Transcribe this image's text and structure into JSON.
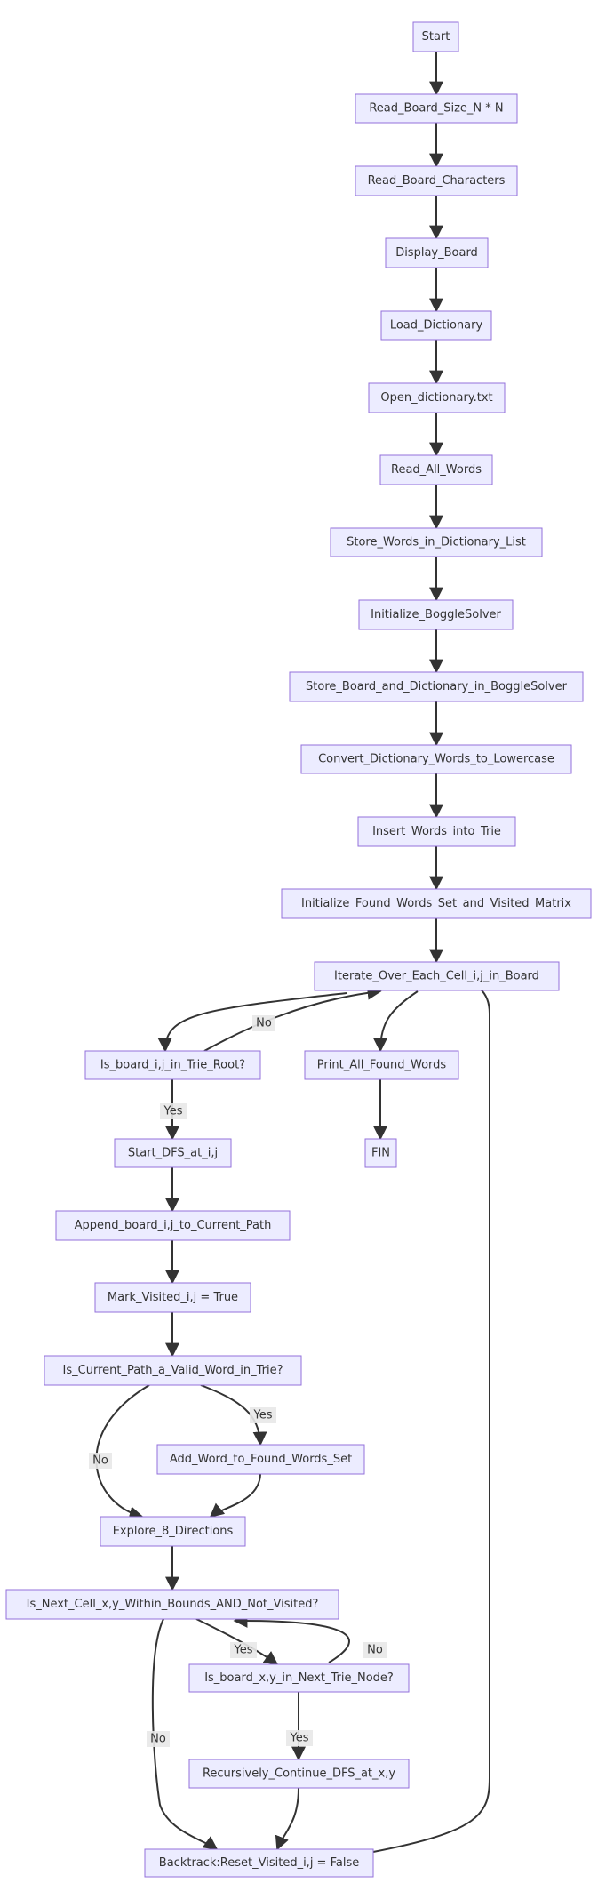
{
  "colors": {
    "node_fill": "#ECECFF",
    "node_stroke": "#9370DB",
    "edge": "#333333",
    "text": "#333333",
    "label_bg": "#e8e8e8"
  },
  "nodes": {
    "start": "Start",
    "read_board_size": "Read_Board_Size_N * N",
    "read_board_characters": "Read_Board_Characters",
    "display_board": "Display_Board",
    "load_dictionary": "Load_Dictionary",
    "open_dictionary": "Open_dictionary.txt",
    "read_all_words": "Read_All_Words",
    "store_words": "Store_Words_in_Dictionary_List",
    "init_solver": "Initialize_BoggleSolver",
    "store_board_dict": "Store_Board_and_Dictionary_in_BoggleSolver",
    "convert_lowercase": "Convert_Dictionary_Words_to_Lowercase",
    "insert_trie": "Insert_Words_into_Trie",
    "init_found": "Initialize_Found_Words_Set_and_Visited_Matrix",
    "iterate_cells": "Iterate_Over_Each_Cell_i,j_in_Board",
    "is_in_trie_root": "Is_board_i,j_in_Trie_Root?",
    "print_found": "Print_All_Found_Words",
    "start_dfs": "Start_DFS_at_i,j",
    "fin": "FIN",
    "append_path": "Append_board_i,j_to_Current_Path",
    "mark_visited": "Mark_Visited_i,j = True",
    "is_valid_word": "Is_Current_Path_a_Valid_Word_in_Trie?",
    "add_word": "Add_Word_to_Found_Words_Set",
    "explore_dirs": "Explore_8_Directions",
    "is_next_cell": "Is_Next_Cell_x,y_Within_Bounds_AND_Not_Visited?",
    "is_next_trie": "Is_board_x,y_in_Next_Trie_Node?",
    "recursive_dfs": "Recursively_Continue_DFS_at_x,y",
    "backtrack": "Backtrack:Reset_Visited_i,j = False"
  },
  "edge_labels": {
    "root_no": "No",
    "root_yes": "Yes",
    "valid_yes": "Yes",
    "valid_no": "No",
    "next_cell_yes": "Yes",
    "next_trie_no": "No",
    "next_cell_no": "No",
    "next_trie_yes": "Yes"
  }
}
